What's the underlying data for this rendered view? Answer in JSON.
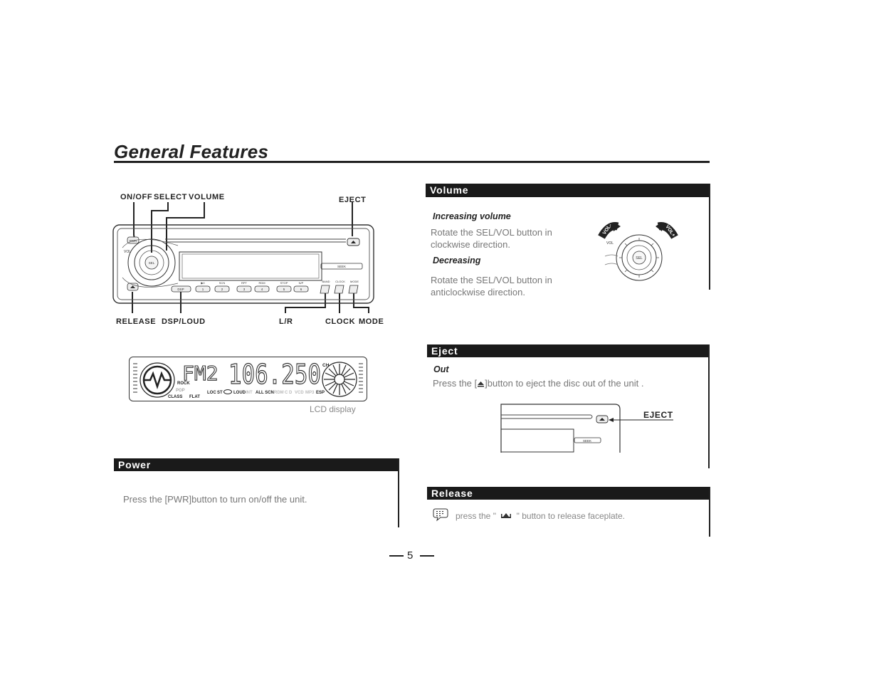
{
  "page": {
    "title": "General Features",
    "page_number": "5"
  },
  "panel_labels": {
    "on_off": "ON/OFF",
    "select": "SELECT",
    "volume": "VOLUME",
    "eject": "EJECT",
    "release": "RELEASE",
    "dsp_loud": "DSP/LOUD",
    "lr": "L/R",
    "clock": "CLOCK",
    "mode": "MODE"
  },
  "panel": {
    "pwr": "PWR",
    "vol": "VOL",
    "sel": "SEL",
    "seek": "SEEK",
    "dsp": "DSP",
    "presets": [
      "1",
      "2",
      "3",
      "4",
      "5",
      "6"
    ],
    "preset_labels": [
      "▶II",
      "SCN",
      "RPT",
      "RDM",
      "STOP",
      "N/P"
    ],
    "right_labels": [
      "BAND",
      "CLOCK",
      "MODE"
    ]
  },
  "lcd": {
    "band": "FM2",
    "frequency": "106.250",
    "ch": "CH",
    "ind_rock": "ROCK",
    "ind_pop": "POP",
    "ind_class": "CLASS",
    "ind_flat": "FLAT",
    "ind_loc": "LOC",
    "ind_st": "ST",
    "ind_loud": "LOUD",
    "ind_int": "INT",
    "ind_all_scn": "ALL SCN",
    "ind_rdm": "RDM",
    "ind_cd": "C D",
    "ind_vcd": "VCD",
    "ind_mp3": "MP3",
    "ind_esp": "ESP",
    "caption": "LCD display"
  },
  "power": {
    "header": "Power",
    "text": "Press the [PWR]button to turn on/off  the unit."
  },
  "volume": {
    "header": "Volume",
    "increasing_title": "Increasing volume",
    "increasing_text_1": "Rotate the SEL/VOL button in",
    "increasing_text_2": "clockwise direction.",
    "decreasing_title": "Decreasing",
    "decreasing_text_1": "Rotate the SEL/VOL button in",
    "decreasing_text_2": "anticlockwise direction.",
    "knob_vol_minus": "VOL-",
    "knob_vol_plus": "VOL+",
    "knob_vol": "VOL",
    "knob_sel": "SEL"
  },
  "eject": {
    "header": "Eject",
    "out_title": "Out",
    "text_before": "Press the [",
    "text_after": "]button to eject the disc out of the unit .",
    "callout": "EJECT",
    "seek": "SEEK"
  },
  "release": {
    "header": "Release",
    "text_before": "press the \"",
    "text_after": "\" button to release faceplate."
  },
  "colors": {
    "bar": "#1a1a1a",
    "body_text": "#777777",
    "rule": "#222222"
  }
}
